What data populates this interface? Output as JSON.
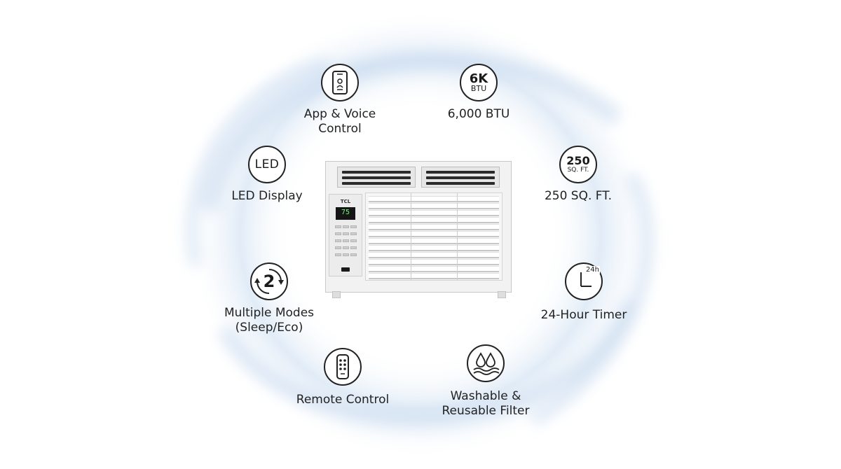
{
  "features": {
    "app_voice": {
      "label": "App & Voice\nControl",
      "icon": "smartphone-icon"
    },
    "btu": {
      "label": "6,000 BTU",
      "icon_main": "6K",
      "icon_sub": "BTU"
    },
    "led": {
      "label": "LED Display",
      "icon_text": "LED"
    },
    "sqft": {
      "label": "250 SQ. FT.",
      "icon_main": "250",
      "icon_sub": "SQ. FT."
    },
    "modes": {
      "label": "Multiple Modes\n(Sleep/Eco)",
      "icon_text": "2"
    },
    "timer": {
      "label": "24-Hour Timer",
      "icon_text": "24h"
    },
    "remote": {
      "label": "Remote Control",
      "icon": "remote-control-icon"
    },
    "filter": {
      "label": "Washable &\nReusable Filter",
      "icon": "water-drops-icon"
    }
  },
  "product": {
    "brand": "TCL",
    "display_temp": "75"
  },
  "colors": {
    "icon_stroke": "#222222",
    "swirl": "#cfe0f2",
    "display_digits": "#6dff6d"
  }
}
